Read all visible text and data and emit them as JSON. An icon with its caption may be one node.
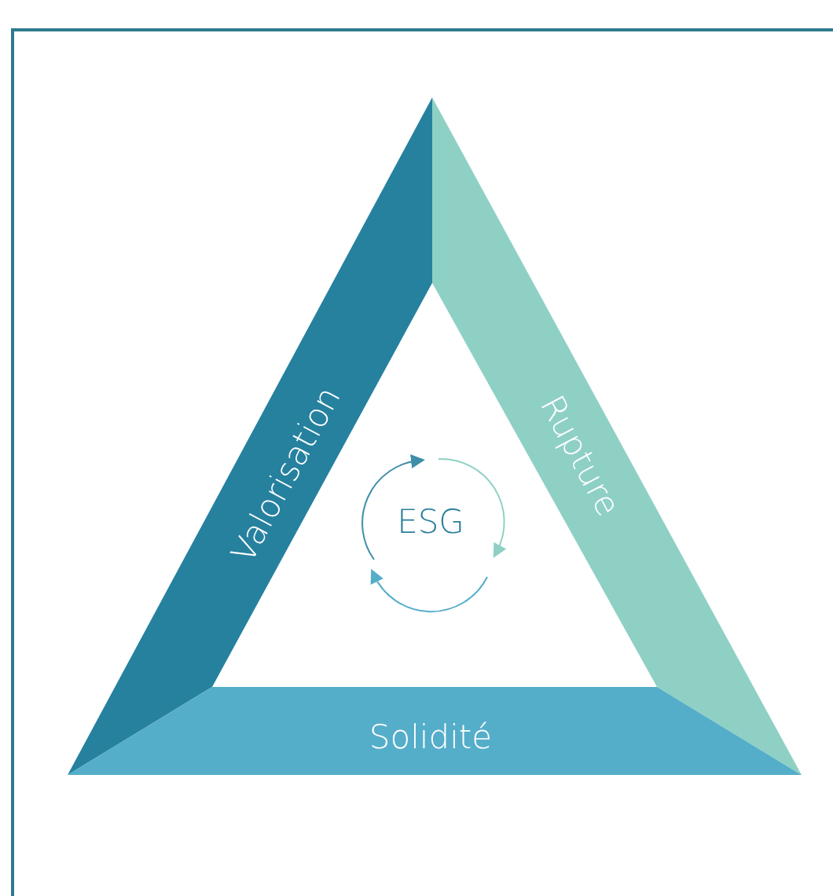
{
  "diagram": {
    "nodes": [
      {
        "text": [
          "Valorisation"
        ]
      },
      {
        "text": [
          "Rupture"
        ]
      },
      {
        "text": [
          "Solidité"
        ]
      },
      {
        "text": [
          "ESG"
        ]
      }
    ]
  }
}
